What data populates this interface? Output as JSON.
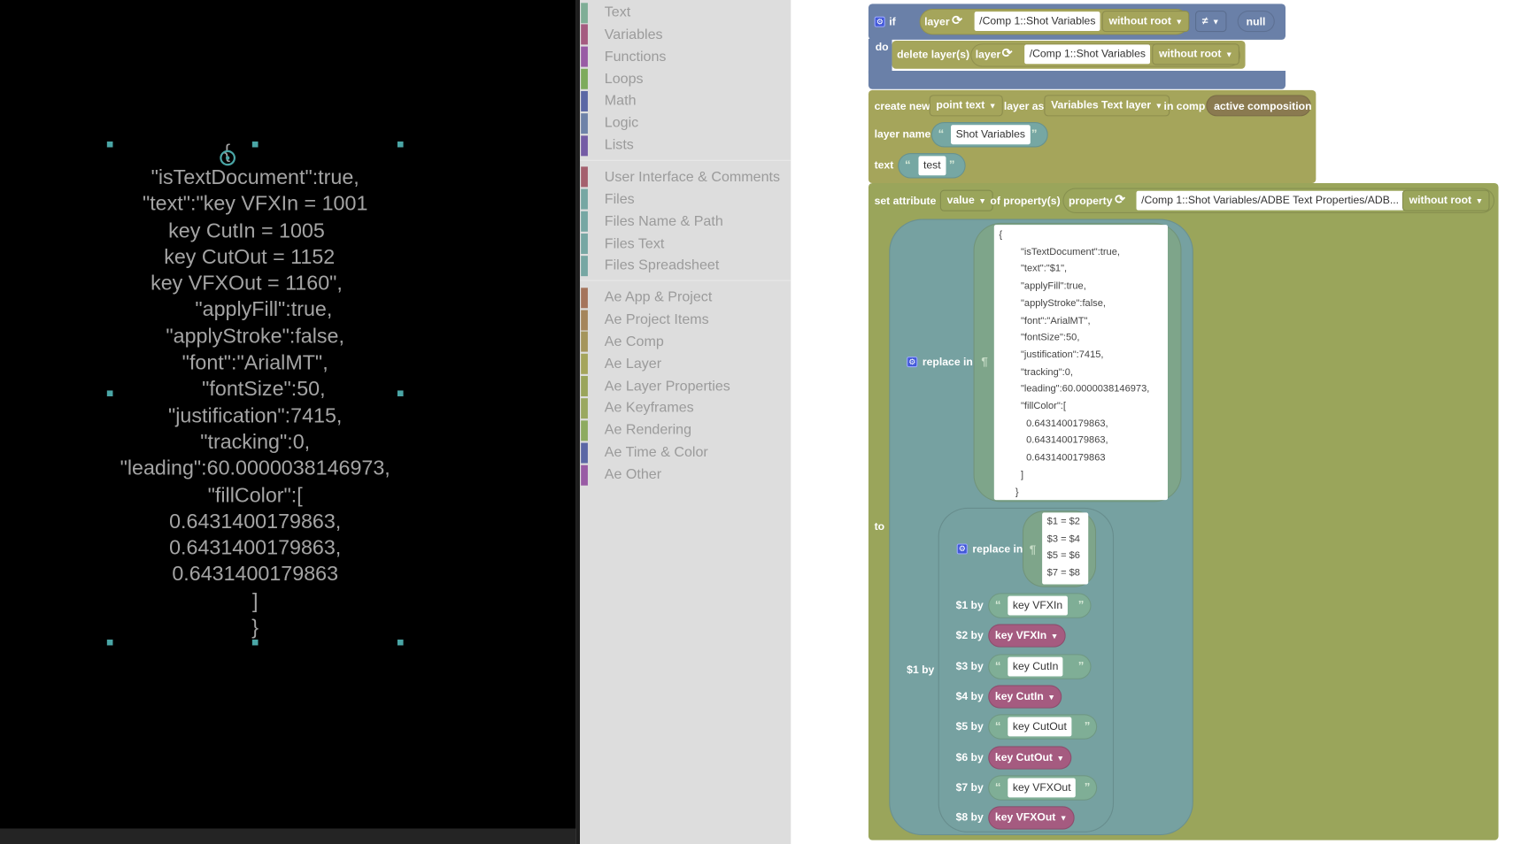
{
  "viewer": {
    "text_lines": [
      "\"isTextDocument\":true,",
      "\"text\":\"key VFXIn = 1001",
      "key CutIn = 1005   ",
      "key CutOut = 1152  ",
      "key VFXOut = 1160\",   ",
      "   \"applyFill\":true,",
      "\"applyStroke\":false,",
      "\"font\":\"ArialMT\",",
      "   \"fontSize\":50,",
      "\"justification\":7415,",
      "\"tracking\":0,",
      "\"leading\":60.0000038146973,",
      "\"fillColor\":[",
      "0.6431400179863,",
      "0.6431400179863,",
      "0.6431400179863",
      "]",
      "}"
    ],
    "top_brace": "{"
  },
  "toolbox": {
    "groups": [
      [
        {
          "label": "Text",
          "color": "#7fae96"
        },
        {
          "label": "Variables",
          "color": "#a55b80"
        },
        {
          "label": "Functions",
          "color": "#995ba5"
        },
        {
          "label": "Loops",
          "color": "#7dab5b"
        },
        {
          "label": "Math",
          "color": "#5b67a5"
        },
        {
          "label": "Logic",
          "color": "#6e82a8"
        },
        {
          "label": "Lists",
          "color": "#745ba5"
        }
      ],
      [
        {
          "label": "User Interface & Comments",
          "color": "#a5606e"
        },
        {
          "label": "Files",
          "color": "#76a7a3"
        },
        {
          "label": "Files Name & Path",
          "color": "#76a7a3"
        },
        {
          "label": "Files Text",
          "color": "#76a7a3"
        },
        {
          "label": "Files Spreadsheet",
          "color": "#76a7a3"
        }
      ],
      [
        {
          "label": "Ae App & Project",
          "color": "#a5745b"
        },
        {
          "label": "Ae Project Items",
          "color": "#a5855b"
        },
        {
          "label": "Ae Comp",
          "color": "#a5955b"
        },
        {
          "label": "Ae Layer",
          "color": "#a5a55b"
        },
        {
          "label": "Ae Layer Properties",
          "color": "#9aa55b"
        },
        {
          "label": "Ae Keyframes",
          "color": "#9aa85f"
        },
        {
          "label": "Ae Rendering",
          "color": "#8dab5f"
        },
        {
          "label": "Ae Time & Color",
          "color": "#5b67a5"
        },
        {
          "label": "Ae Other",
          "color": "#995ba5"
        }
      ]
    ]
  },
  "blocks": {
    "if_block": {
      "if_label": "if",
      "do_label": "do",
      "layer_label": "layer",
      "layer_path": "/Comp 1::Shot Variables",
      "root_option": "without root",
      "operator": "≠",
      "null_label": "null"
    },
    "delete_block": {
      "label": "delete layer(s)",
      "layer_label": "layer",
      "layer_path": "/Comp 1::Shot Variables",
      "root_option": "without root"
    },
    "create_block": {
      "create_label": "create new",
      "type_option": "point text",
      "layer_as_label": "layer as",
      "var_option": "Variables Text layer",
      "in_comp_label": "in comp",
      "comp_value": "active composition",
      "layer_name_label": "layer name",
      "layer_name_value": "Shot Variables",
      "text_label": "text",
      "text_value": "test"
    },
    "set_block": {
      "set_label": "set attribute",
      "attr_option": "value",
      "of_label": "of property(s)",
      "property_label": "property",
      "property_path": "/Comp 1::Shot Variables/ADBE Text Properties/ADB...",
      "root_option": "without root",
      "to_label": "to"
    },
    "replace_outer": {
      "label": "replace in",
      "json_template": "{\n        \"isTextDocument\":true,\n        \"text\":\"$1\",\n        \"applyFill\":true,\n        \"applyStroke\":false,\n        \"font\":\"ArialMT\",\n        \"fontSize\":50,\n        \"justification\":7415,\n        \"tracking\":0,\n        \"leading\":60.0000038146973,\n        \"fillColor\":[\n          0.6431400179863,\n          0.6431400179863,\n          0.6431400179863\n        ]\n      }",
      "by_label": "$1 by"
    },
    "replace_inner": {
      "label": "replace in",
      "pattern": "$1 = $2\n$3 = $4\n$5 = $6\n$7 = $8",
      "rows": [
        {
          "label": "$1 by",
          "kind": "text",
          "value": "key VFXIn"
        },
        {
          "label": "$2 by",
          "kind": "var",
          "value": "key VFXIn"
        },
        {
          "label": "$3 by",
          "kind": "text",
          "value": "key CutIn"
        },
        {
          "label": "$4 by",
          "kind": "var",
          "value": "key CutIn"
        },
        {
          "label": "$5 by",
          "kind": "text",
          "value": "key CutOut"
        },
        {
          "label": "$6 by",
          "kind": "var",
          "value": "key CutOut"
        },
        {
          "label": "$7 by",
          "kind": "text",
          "value": "key VFXOut"
        },
        {
          "label": "$8 by",
          "kind": "var",
          "value": "key VFXOut"
        }
      ]
    },
    "colors": {
      "logic": "#6a80a8",
      "ae_layer": "#a5a55b",
      "ae_props": "#9aa55b",
      "text": "#76a7a3",
      "text_inner": "#7fae96",
      "variable": "#a55b80",
      "comp_pill": "#8a7a50"
    }
  }
}
